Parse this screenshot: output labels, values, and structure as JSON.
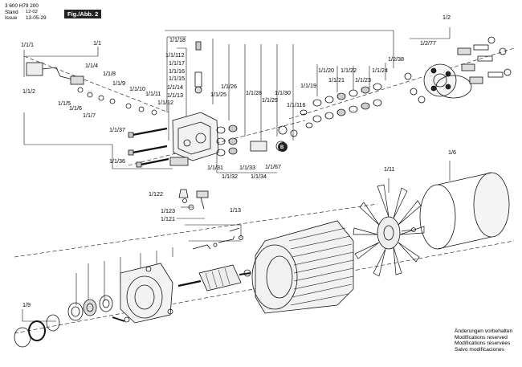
{
  "header": {
    "doc_number": "3 600 H79 200",
    "stand_label": "Stand",
    "issue_label": "Issue",
    "stand_date": "12-02",
    "issue_date": "13-05-29",
    "figure_label": "Fig./Abb. 2"
  },
  "labels": {
    "l_1_2": "1/2",
    "l_1_2_77": "1/2/77",
    "l_1_2_38": "1/2/38",
    "l_1_1_1": "1/1/1",
    "l_1_1": "1/1",
    "l_1_1_4": "1/1/4",
    "l_1_1_2": "1/1/2",
    "l_1_1_5": "1/1/5",
    "l_1_1_6": "1/1/6",
    "l_1_1_7": "1/1/7",
    "l_1_1_8": "1/1/8",
    "l_1_1_9": "1/1/9",
    "l_1_1_10": "1/1/10",
    "l_1_1_11": "1/1/11",
    "l_1_1_12": "1/1/12",
    "l_1_1_13": "1/1/13",
    "l_1_1_14": "1/1/14",
    "l_1_1_15": "1/1/15",
    "l_1_1_16": "1/1/16",
    "l_1_1_17": "1/1/17",
    "l_1_1_112": "1/1/112",
    "l_1_1_18": "1/1/18",
    "l_1_1_19": "1/1/19",
    "l_1_1_20": "1/1/20",
    "l_1_1_21": "1/1/21",
    "l_1_1_22": "1/1/22",
    "l_1_1_23": "1/1/23",
    "l_1_1_24": "1/1/24",
    "l_1_1_25": "1/1/25",
    "l_1_1_26": "1/1/26",
    "l_1_1_28": "1/1/28",
    "l_1_1_29": "1/1/29",
    "l_1_1_30": "1/1/30",
    "l_1_1_116": "1/1/116",
    "l_1_1_37": "1/1/37",
    "l_1_1_36": "1/1/36",
    "l_1_1_31": "1/1/31",
    "l_1_1_32": "1/1/32",
    "l_1_1_33": "1/1/33",
    "l_1_1_34": "1/1/34",
    "l_1_1_67": "1/1/67",
    "l_1_122": "1/122",
    "l_1_123": "1/123",
    "l_1_121": "1/121",
    "l_1_13": "1/13",
    "l_1_11": "1/11",
    "l_1_6": "1/6",
    "l_1_9": "1/9",
    "callout_b": "B"
  },
  "modifications": [
    "Änderungen vorbehalten",
    "Modifications reserved",
    "Modifications réservées",
    "Salvo modificaciones"
  ]
}
